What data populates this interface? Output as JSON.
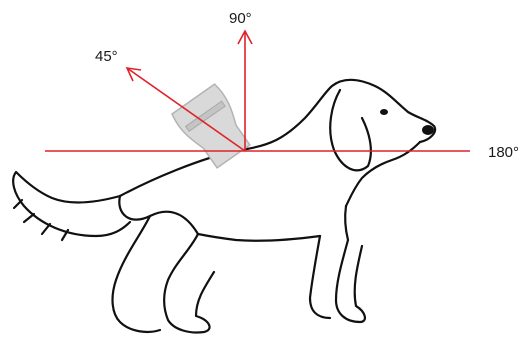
{
  "labels": {
    "angle_45": "45°",
    "angle_90": "90°",
    "angle_180": "180°"
  },
  "colors": {
    "axis_line": "#e0222a",
    "outline": "#111111",
    "device": "#d9d9d9"
  }
}
